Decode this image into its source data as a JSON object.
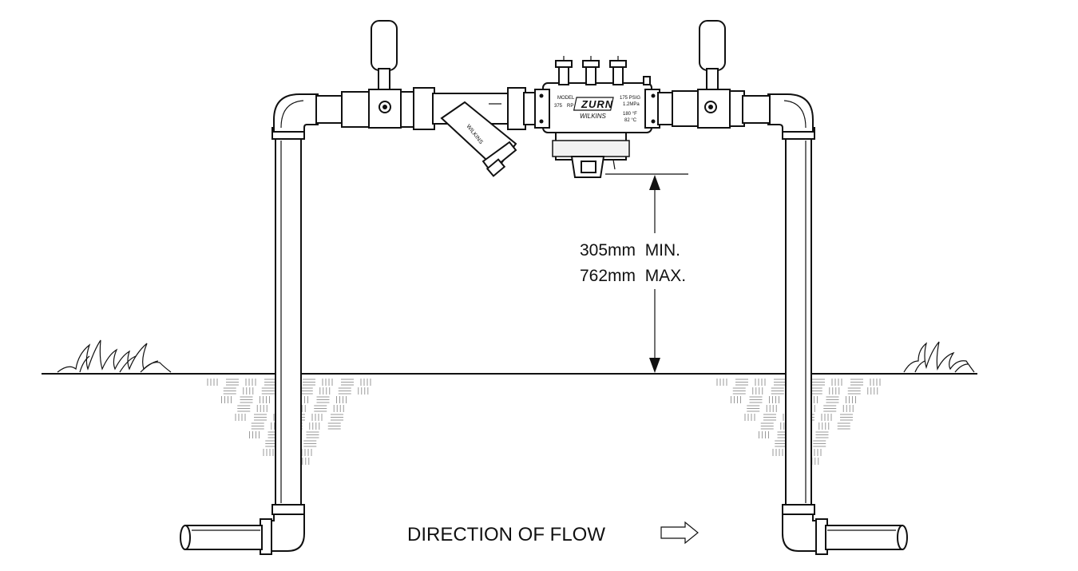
{
  "valve": {
    "model_label": "MODEL",
    "model_number": "375",
    "model_type": "RP",
    "brand": "ZURN",
    "sub_brand": "WILKINS",
    "pressure_psi": "175 PSIG",
    "pressure_mpa": "1.2MPa",
    "temp_f": "180 °F",
    "temp_c": "82 °C"
  },
  "strainer": {
    "brand": "WILKINS"
  },
  "dimension": {
    "min": "305mm  MIN.",
    "max": "762mm  MAX."
  },
  "flow": {
    "label": "DIRECTION OF FLOW"
  }
}
